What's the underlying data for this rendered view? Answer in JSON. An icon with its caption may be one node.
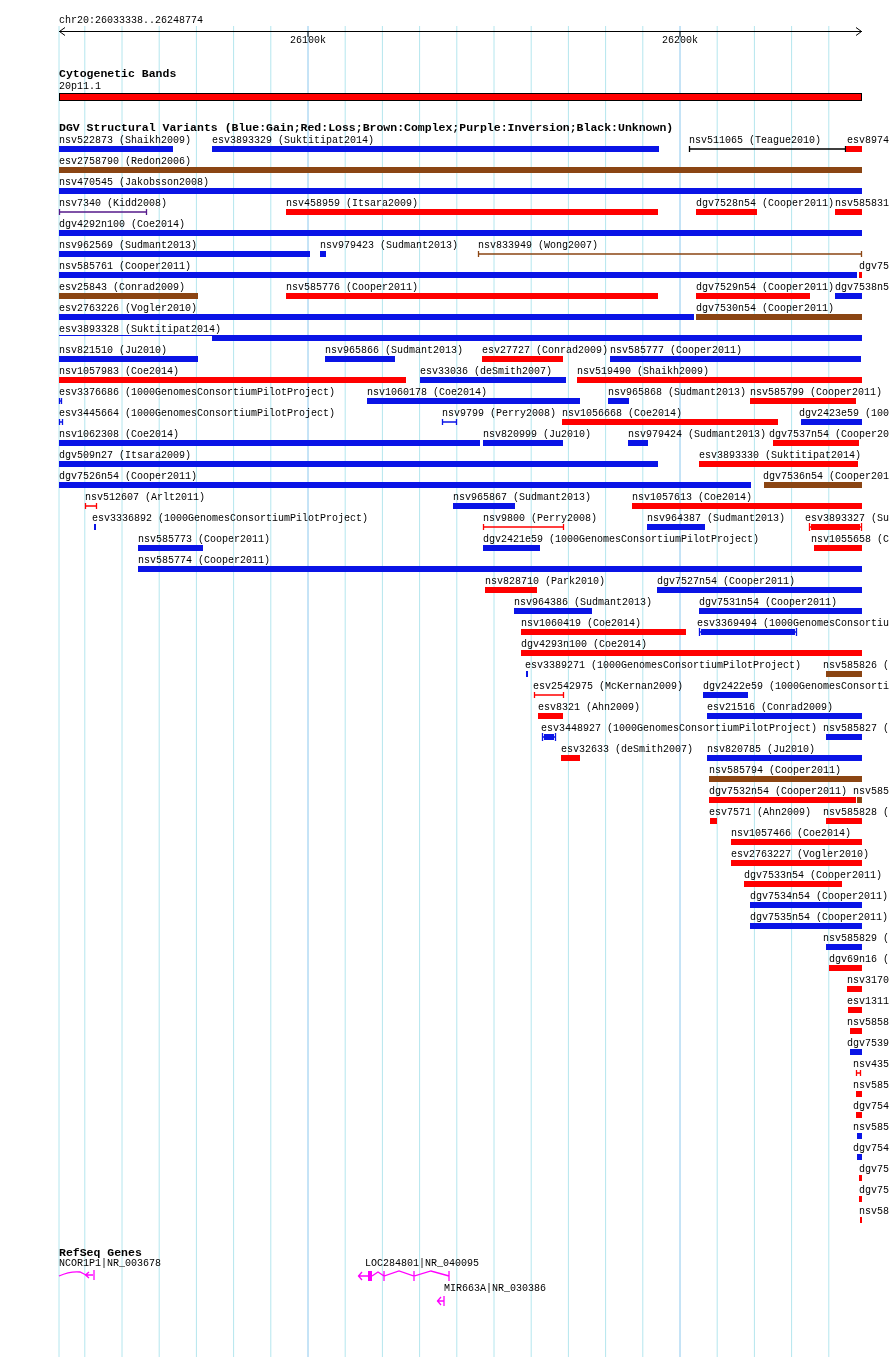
{
  "diagram": {
    "labels": [
      "chr20:26033338..26248774",
      "26100k",
      "26200k",
      "Cytogenetic Bands",
      "20p11.1",
      "DGV Structural Variants (Blue:Gain;Red:Loss;Brown:Complex;Purple:Inversion;Black:Unknown)",
      "nsv522873 (Shaikh2009)",
      "esv3893329 (Suktitipat2014)",
      "nsv511065 (Teague2010)",
      "esv8974",
      "esv2758790 (Redon2006)",
      "nsv470545 (Jakobsson2008)",
      "nsv7340 (Kidd2008)",
      "nsv458959 (Itsara2009)",
      "dgv7528n54 (Cooper2011)",
      "nsv585831",
      "dgv4292n100 (Coe2014)",
      "nsv962569 (Sudmant2013)",
      "nsv979423 (Sudmant2013)",
      "nsv833949 (Wong2007)",
      "nsv585761 (Cooper2011)",
      "dgv75",
      "esv25843 (Conrad2009)",
      "nsv585776 (Cooper2011)",
      "dgv7529n54 (Cooper2011)",
      "dgv7538n5",
      "esv2763226 (Vogler2010)",
      "dgv7530n54 (Cooper2011)",
      "esv3893328 (Suktitipat2014)",
      "nsv821510 (Ju2010)",
      "nsv965866 (Sudmant2013)",
      "esv27727 (Conrad2009)",
      "nsv585777 (Cooper2011)",
      "nsv1057983 (Coe2014)",
      "esv33036 (deSmith2007)",
      "nsv519490 (Shaikh2009)",
      "esv3376686 (1000GenomesConsortiumPilotProject)",
      "nsv1060178 (Coe2014)",
      "nsv965868 (Sudmant2013)",
      "nsv585799 (Cooper2011)",
      "esv3445664 (1000GenomesConsortiumPilotProject)",
      "nsv9799 (Perry2008)",
      "nsv1056668 (Coe2014)",
      "dgv2423e59 (100",
      "nsv1062308 (Coe2014)",
      "nsv820999 (Ju2010)",
      "nsv979424 (Sudmant2013)",
      "dgv7537n54 (Cooper20",
      "dgv509n27 (Itsara2009)",
      "esv3893330 (Suktitipat2014)",
      "dgv7526n54 (Cooper2011)",
      "dgv7536n54 (Cooper201",
      "nsv512607 (Arlt2011)",
      "nsv965867 (Sudmant2013)",
      "nsv1057613 (Coe2014)",
      "esv3336892 (1000GenomesConsortiumPilotProject)",
      "nsv9800 (Perry2008)",
      "nsv964387 (Sudmant2013)",
      "esv3893327 (Su",
      "nsv585773 (Cooper2011)",
      "dgv2421e59 (1000GenomesConsortiumPilotProject)",
      "nsv1055658 (C",
      "nsv585774 (Cooper2011)",
      "nsv828710 (Park2010)",
      "dgv7527n54 (Cooper2011)",
      "nsv964386 (Sudmant2013)",
      "dgv7531n54 (Cooper2011)",
      "nsv1060419 (Coe2014)",
      "esv3369494 (1000GenomesConsortiu",
      "dgv4293n100 (Coe2014)",
      "esv3389271 (1000GenomesConsortiumPilotProject)",
      "nsv585826 (",
      "esv2542975 (McKernan2009)",
      "dgv2422e59 (1000GenomesConsorti",
      "esv8321 (Ahn2009)",
      "esv21516 (Conrad2009)",
      "esv3448927 (1000GenomesConsortiumPilotProject)",
      "nsv585827 (",
      "esv32633 (deSmith2007)",
      "nsv820785 (Ju2010)",
      "nsv585794 (Cooper2011)",
      "dgv7532n54 (Cooper2011)",
      "nsv585",
      "esv7571 (Ahn2009)",
      "nsv585828 (",
      "nsv1057466 (Coe2014)",
      "esv2763227 (Vogler2010)",
      "dgv7533n54 (Cooper2011)",
      "dgv7534n54 (Cooper2011)",
      "dgv7535n54 (Cooper2011)",
      "nsv585829 (",
      "dgv69n16 (",
      "nsv3170",
      "esv1311",
      "nsv5858",
      "dgv7539",
      "nsv435",
      "nsv585",
      "dgv754",
      "nsv585",
      "dgv754",
      "dgv75",
      "dgv75",
      "nsv58",
      "RefSeq Genes",
      "NCOR1P1|NR_003678",
      "LOC284801|NR_040095",
      "MIR663A|NR_030386"
    ]
  }
}
